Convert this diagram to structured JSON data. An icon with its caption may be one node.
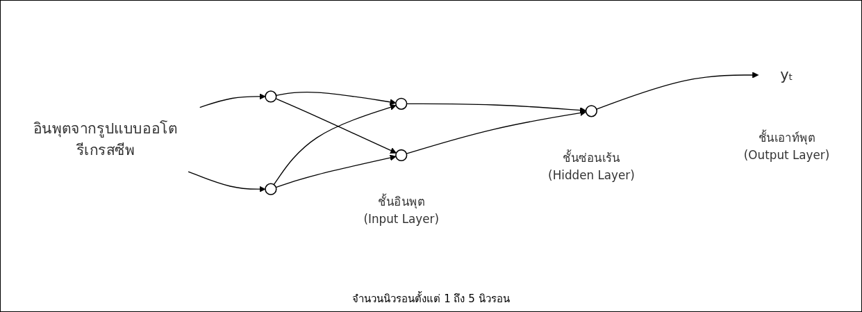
{
  "diagram": {
    "nodes": [
      {
        "text": [
          "อินพุตจากรูปแบบออโตรีเกรสซีพ"
        ]
      },
      {
        "text": [],
        "shape": "circle"
      },
      {
        "text": [],
        "shape": "circle",
        "beside": [
          "ชั้นอินพุต",
          "(Input Layer)"
        ]
      },
      {
        "text": [],
        "shape": "circle"
      },
      {
        "text": [],
        "shape": "circle",
        "beside": [
          "ชั้นซ่อนเร้น",
          "(Hidden Layer)"
        ]
      },
      {
        "text": [],
        "shape": "circle",
        "beside": [
          "ชั้นเอาท์พุต",
          "(Output Layer)"
        ]
      },
      {
        "text": [
          "yₜ"
        ]
      }
    ],
    "edges": [
      {
        "from": 0,
        "to": 1,
        "arrow": "to"
      },
      {
        "from": 0,
        "to": 2,
        "arrow": "to"
      },
      {
        "from": 1,
        "to": 3,
        "arrow": "to"
      },
      {
        "from": 1,
        "to": 4,
        "arrow": "to"
      },
      {
        "from": 2,
        "to": 3,
        "arrow": "to"
      },
      {
        "from": 2,
        "to": 4,
        "arrow": "to"
      },
      {
        "from": 3,
        "to": 5,
        "arrow": "to"
      },
      {
        "from": 4,
        "to": 5,
        "arrow": "to"
      },
      {
        "from": 5,
        "to": 6,
        "arrow": "to"
      }
    ],
    "labels": [
      "จำนวนนิวรอนตั้งแต่ 1 ถึง 5 นิวรอน"
    ]
  }
}
